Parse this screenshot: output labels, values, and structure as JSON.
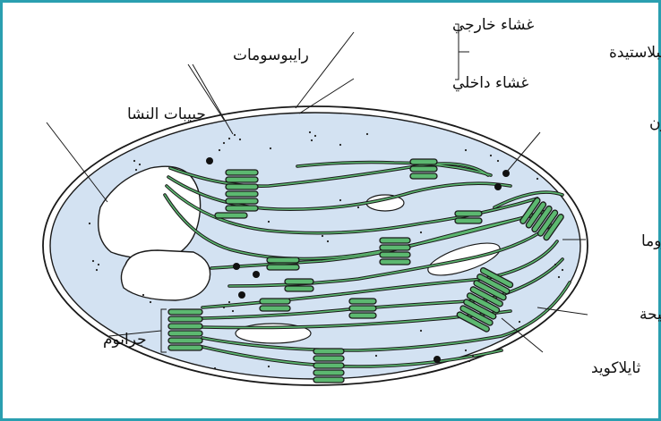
{
  "labels": {
    "outer_membrane": "غشاء خارجي",
    "inner_membrane": "غشاء داخلي",
    "plastid_envelope": "غلاف البلاستيدة",
    "ribosomes": "رايبوسومات",
    "starch_granules": "حبيبات النشا",
    "lipid_droplet": "قطرة من الدهون",
    "stroma": "ستروما",
    "lamella": "صفيحة",
    "granum": "جرانوم",
    "thylakoid": "ثايلاكويد"
  },
  "colors": {
    "frame": "#2a9fb0",
    "stroma_fill": "#d3e2f2",
    "membrane": "#1a1a1a",
    "thylakoid_fill": "#5cb870"
  }
}
